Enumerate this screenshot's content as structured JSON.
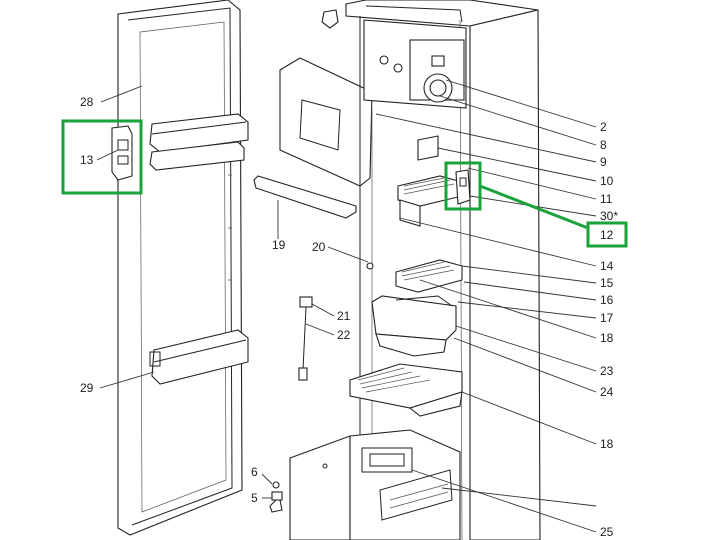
{
  "highlight_color": "#1aa33a",
  "callouts": [
    {
      "id": "2",
      "text": "2"
    },
    {
      "id": "8",
      "text": "8"
    },
    {
      "id": "9",
      "text": "9"
    },
    {
      "id": "10",
      "text": "10"
    },
    {
      "id": "11",
      "text": "11"
    },
    {
      "id": "30",
      "text": "30*"
    },
    {
      "id": "12",
      "text": "12"
    },
    {
      "id": "14",
      "text": "14"
    },
    {
      "id": "15",
      "text": "15"
    },
    {
      "id": "16",
      "text": "16"
    },
    {
      "id": "17",
      "text": "17"
    },
    {
      "id": "18a",
      "text": "18"
    },
    {
      "id": "23",
      "text": "23"
    },
    {
      "id": "24",
      "text": "24"
    },
    {
      "id": "18b",
      "text": "18"
    },
    {
      "id": "25",
      "text": "25"
    },
    {
      "id": "28",
      "text": "28"
    },
    {
      "id": "13",
      "text": "13"
    },
    {
      "id": "19",
      "text": "19"
    },
    {
      "id": "20",
      "text": "20"
    },
    {
      "id": "21",
      "text": "21"
    },
    {
      "id": "22",
      "text": "22"
    },
    {
      "id": "29",
      "text": "29"
    },
    {
      "id": "6",
      "text": "6"
    },
    {
      "id": "5",
      "text": "5"
    }
  ]
}
